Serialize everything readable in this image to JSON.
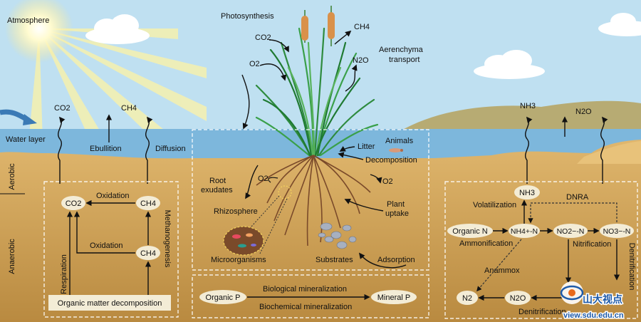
{
  "atmosphere": {
    "label": "Atmosphere",
    "co2": "CO2",
    "ch4": "CH4",
    "photosynthesis": "Photosynthesis",
    "co2_plant": "CO2",
    "o2_plant": "O2",
    "ch4_plant": "CH4",
    "n2o_plant": "N2O",
    "aerenchyma": [
      "Aerenchyma",
      "transport"
    ],
    "nh3_top": "NH3",
    "n2o_top": "N2O"
  },
  "water": {
    "label": "Water layer",
    "ebullition": "Ebullition",
    "diffusion": "Diffusion",
    "litter": "Litter",
    "animals": "Animals",
    "decomposition": "Decomposition"
  },
  "zones": {
    "aerobic": "Aerobic",
    "anaerobic": "Anaerobic"
  },
  "carbon_box": {
    "co2": "CO2",
    "ch4_top": "CH4",
    "ch4_mid": "CH4",
    "oxidation_top": "Oxidation",
    "oxidation_mid": "Oxidation",
    "respiration": "Respiration",
    "methanogenesis": "Methanogenesis",
    "organic_matter": "Organic matter decomposition"
  },
  "rhizo_box": {
    "o2_left": "O2",
    "o2_right": "O2",
    "root_exudates": [
      "Root",
      "exudates"
    ],
    "rhizosphere": "Rhizosphere",
    "plant_uptake": [
      "Plant",
      "uptake"
    ],
    "microorganisms": "Microorganisms",
    "substrates": "Substrates",
    "adsorption": "Adsorption"
  },
  "phosphorus_box": {
    "organic_p": "Organic P",
    "mineral_p": "Mineral P",
    "biological": "Biological mineralization",
    "biochemical": "Biochemical mineralization"
  },
  "nitrogen_box": {
    "nh3": "NH3",
    "volatilization": "Volatilization",
    "dnra": "DNRA",
    "organic_n": "Organic N",
    "nh4": "NH4+-N",
    "no2": "NO2−-N",
    "no3": "NO3−-N",
    "ammonification": "Ammonification",
    "nitrification": "Nitrification",
    "denitrification_v": "Denitrification",
    "anammox": "Anammox",
    "n2": "N2",
    "n2o": "N2O",
    "denitrification_h": "Denitrification"
  },
  "watermark": {
    "cn": "山大视点",
    "url": "view.sdu.edu.cn"
  }
}
